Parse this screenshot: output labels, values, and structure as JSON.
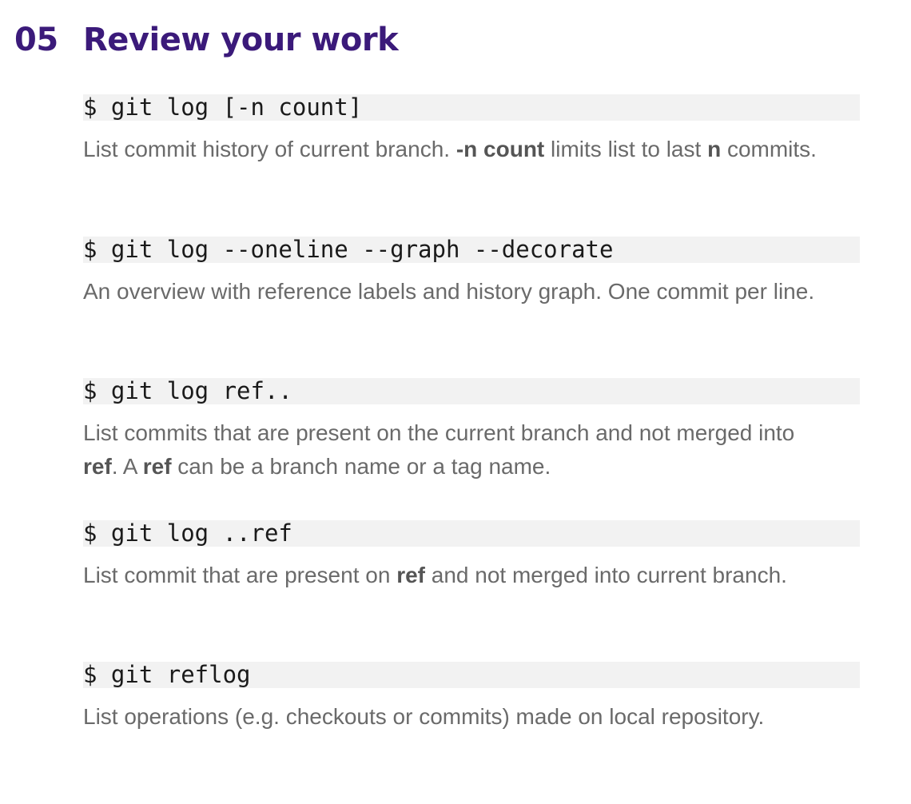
{
  "section": {
    "number": "05",
    "title": "Review your work"
  },
  "commands": [
    {
      "command": "$ git log [-n count]",
      "description": [
        {
          "text": "List commit history of current branch. ",
          "bold": false
        },
        {
          "text": "-n count",
          "bold": true
        },
        {
          "text": " limits list to last ",
          "bold": false
        },
        {
          "text": "n",
          "bold": true
        },
        {
          "text": " commits.",
          "bold": false
        }
      ]
    },
    {
      "command": "$ git log --oneline --graph --decorate",
      "description": [
        {
          "text": "An overview with reference labels and history graph. One commit per line.",
          "bold": false
        }
      ]
    },
    {
      "command": "$ git log ref..",
      "description": [
        {
          "text": "List commits that are present on the current branch and not merged into ",
          "bold": false
        },
        {
          "text": "ref",
          "bold": true
        },
        {
          "text": ". A ",
          "bold": false
        },
        {
          "text": "ref",
          "bold": true
        },
        {
          "text": " can be a branch name or a tag name.",
          "bold": false
        }
      ]
    },
    {
      "command": "$ git log ..ref",
      "description": [
        {
          "text": "List commit that are present on ",
          "bold": false
        },
        {
          "text": "ref",
          "bold": true
        },
        {
          "text": " and not merged into current branch.",
          "bold": false
        }
      ]
    },
    {
      "command": "$ git reflog",
      "description": [
        {
          "text": "List operations (e.g. checkouts or commits) made on local repository.",
          "bold": false
        }
      ]
    }
  ]
}
